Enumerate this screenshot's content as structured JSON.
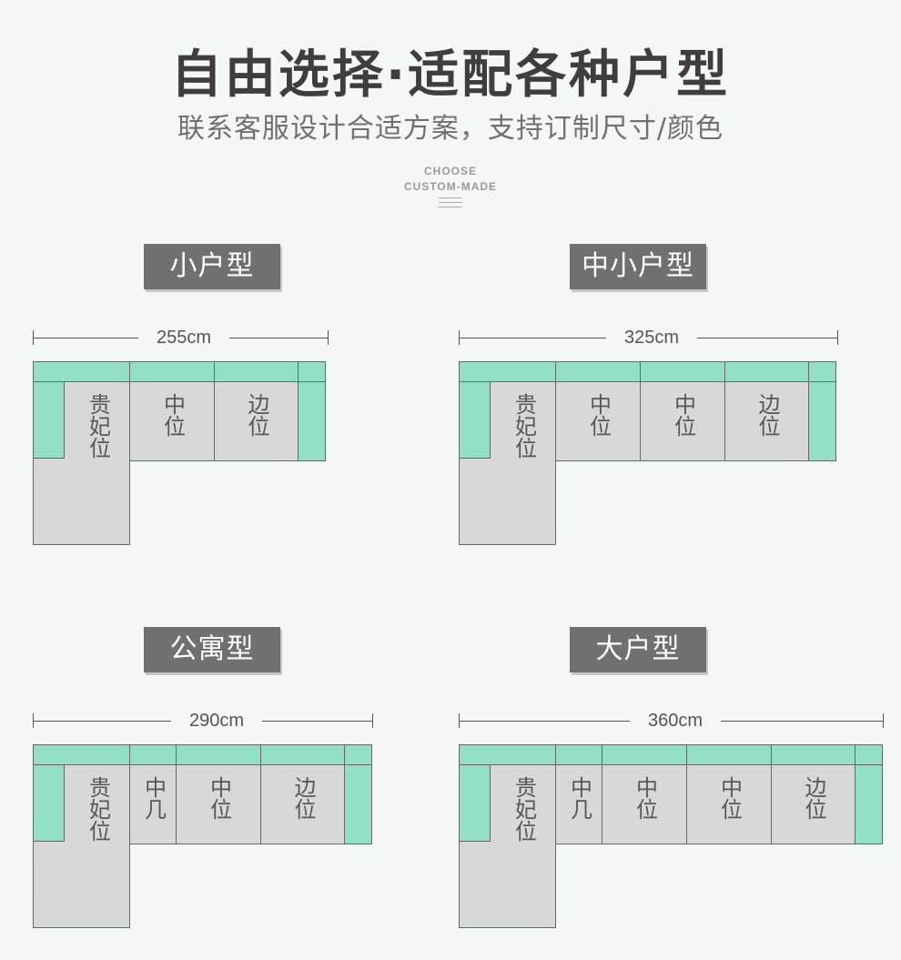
{
  "header": {
    "title": "自由选择·适配各种户型",
    "subtitle": "联系客服设计合适方案，支持订制尺寸/颜色",
    "choose_line1": "CHOOSE",
    "choose_line2": "CUSTOM-MADE"
  },
  "colors": {
    "background": "#f3f7f6",
    "green_arm_back": "#93e0c6",
    "seat_grey": "#d8d8d8",
    "label_grey": "#707070"
  },
  "layouts": [
    {
      "label": "小户型",
      "width": "255cm",
      "seats": [
        "贵妃位",
        "中位",
        "边位"
      ]
    },
    {
      "label": "中小户型",
      "width": "325cm",
      "seats": [
        "贵妃位",
        "中位",
        "中位",
        "边位"
      ]
    },
    {
      "label": "公寓型",
      "width": "290cm",
      "seats": [
        "贵妃位",
        "中几",
        "中位",
        "边位"
      ]
    },
    {
      "label": "大户型",
      "width": "360cm",
      "seats": [
        "贵妃位",
        "中几",
        "中位",
        "中位",
        "边位"
      ]
    }
  ]
}
